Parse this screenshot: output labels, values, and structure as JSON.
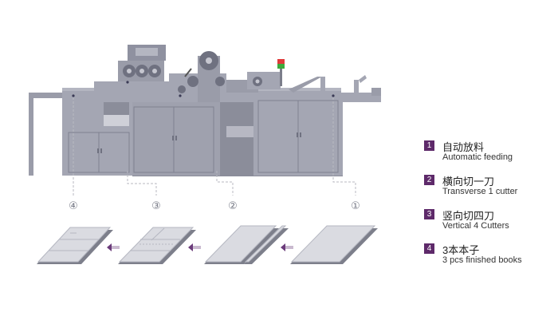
{
  "stage_markers": [
    "④",
    "③",
    "②",
    "①"
  ],
  "legend": [
    {
      "number": "1",
      "zh": "自动放料",
      "en": "Automatic feeding"
    },
    {
      "number": "2",
      "zh": "横向切一刀",
      "en": "Transverse 1 cutter"
    },
    {
      "number": "3",
      "zh": "竖向切四刀",
      "en": "Vertical 4 Cutters"
    },
    {
      "number": "4",
      "zh": "3本本子",
      "en": "3 pcs finished books"
    }
  ],
  "colors": {
    "machine_body": "#a4a6b3",
    "machine_dark": "#8b8d9a",
    "machine_shadow": "#7b7d8a",
    "sheet": "#d9dae0",
    "arrow": "#6b3b7a",
    "badge": "#5e2a6a",
    "indicator_light_top": "#e03a3a",
    "indicator_light_bottom": "#3caa3c"
  }
}
